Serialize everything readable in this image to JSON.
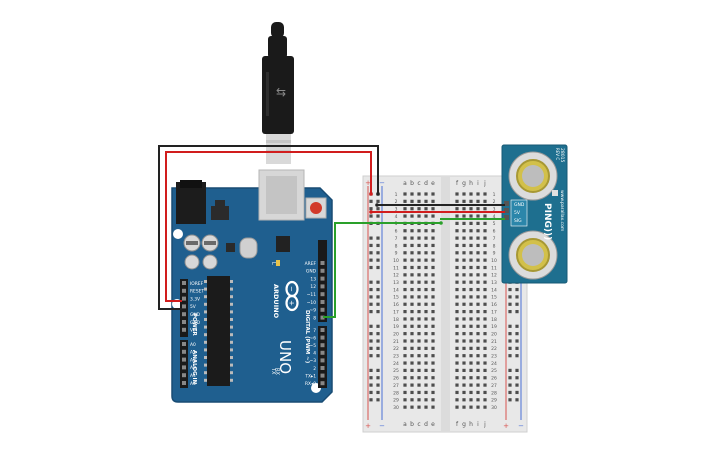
{
  "colors": {
    "background": "#ffffff",
    "arduino_board": "#1f5f8f",
    "arduino_board_edge": "#184c74",
    "breadboard": "#e8e8e8",
    "breadboard_edge": "#cfcfcf",
    "rail_red": "#d9534f",
    "rail_blue": "#4a6fd6",
    "wire_black": "#222222",
    "wire_red": "#d11d1d",
    "wire_green": "#2aa02a",
    "ping_pcb": "#1e6f8f",
    "usb_connector": "#1a1a1a"
  },
  "arduino": {
    "brand": "ARDUINO",
    "model": "UNO",
    "power_title": "POWER",
    "analog_title": "ANALOG IN",
    "digital_title": "DIGITAL (PWM ~)",
    "aref": "AREF",
    "gnd_top": "GND",
    "power_pins": [
      "IOREF",
      "RESET",
      "3.3V",
      "5V",
      "GND",
      "GND",
      "Vin"
    ],
    "analog_pins": [
      "A0",
      "A1",
      "A2",
      "A3",
      "A4",
      "A5"
    ],
    "digital_pins_top": [
      "13",
      "12",
      "~11",
      "~10",
      "~9",
      "8"
    ],
    "digital_pins_bottom": [
      "7",
      "~6",
      "~5",
      "4",
      "~3",
      "2",
      "TX▸1",
      "RX◂0"
    ],
    "tx_label": "TX",
    "rx_label": "RX",
    "l_label": "L"
  },
  "breadboard": {
    "columns_left": [
      "a",
      "b",
      "c",
      "d",
      "e"
    ],
    "columns_right": [
      "f",
      "g",
      "h",
      "i",
      "j"
    ],
    "rows": [
      "1",
      "2",
      "3",
      "4",
      "5",
      "6",
      "7",
      "8",
      "9",
      "10",
      "11",
      "12",
      "13",
      "14",
      "15",
      "16",
      "17",
      "18",
      "19",
      "20",
      "21",
      "22",
      "23",
      "24",
      "25",
      "26",
      "27",
      "28",
      "29",
      "30"
    ],
    "rail_plus": "+",
    "rail_minus": "−"
  },
  "sensor": {
    "name": "PING)))",
    "pins": [
      "GND",
      "5V",
      "SIG"
    ],
    "brand_text": "www.parallax.com",
    "part_text": "28015",
    "rev_text": "REV C"
  }
}
